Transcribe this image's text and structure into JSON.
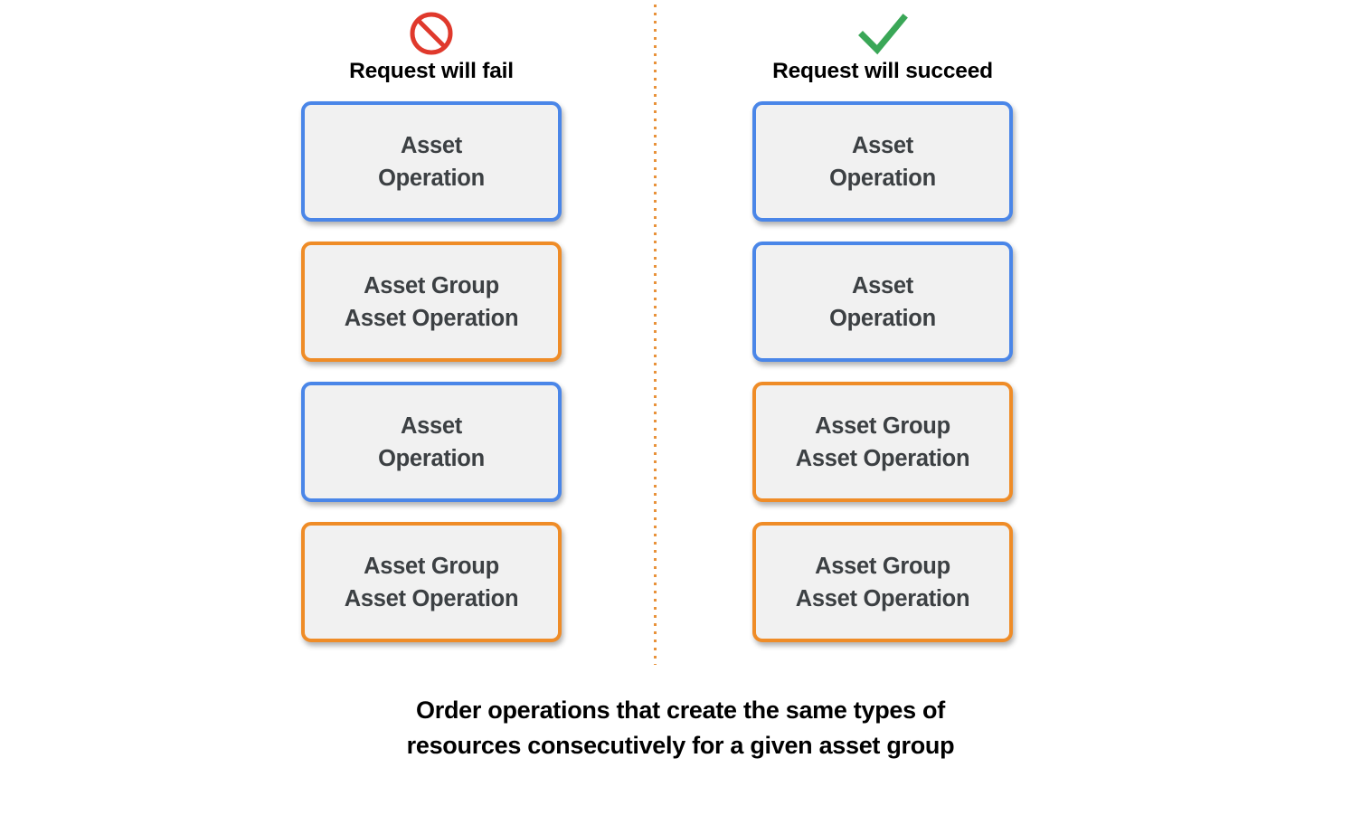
{
  "background": "#ffffff",
  "colors": {
    "blue_border": "#4a86e8",
    "orange_border": "#ef8c27",
    "box_fill": "#f1f1f1",
    "box_text": "#3c4043",
    "heading_text": "#000000",
    "fail_icon": "#e0392c",
    "succeed_icon": "#3aa757",
    "divider": "#e8923a"
  },
  "divider": {
    "name": "vertical-dotted-divider",
    "style": "dotted",
    "orientation": "vertical"
  },
  "columns": [
    {
      "id": "fail",
      "icon": "prohibition-icon",
      "heading": "Request will fail",
      "boxes": [
        {
          "type": "asset-operation",
          "accent": "blue",
          "line1": "Asset",
          "line2": "Operation"
        },
        {
          "type": "asset-group-operation",
          "accent": "orange",
          "line1": "Asset Group",
          "line2": "Asset Operation"
        },
        {
          "type": "asset-operation",
          "accent": "blue",
          "line1": "Asset",
          "line2": "Operation"
        },
        {
          "type": "asset-group-operation",
          "accent": "orange",
          "line1": "Asset Group",
          "line2": "Asset Operation"
        }
      ]
    },
    {
      "id": "succeed",
      "icon": "check-icon",
      "heading": "Request will succeed",
      "boxes": [
        {
          "type": "asset-operation",
          "accent": "blue",
          "line1": "Asset",
          "line2": "Operation"
        },
        {
          "type": "asset-operation",
          "accent": "blue",
          "line1": "Asset",
          "line2": "Operation"
        },
        {
          "type": "asset-group-operation",
          "accent": "orange",
          "line1": "Asset Group",
          "line2": "Asset Operation"
        },
        {
          "type": "asset-group-operation",
          "accent": "orange",
          "line1": "Asset Group",
          "line2": "Asset Operation"
        }
      ]
    }
  ],
  "caption": {
    "line1": "Order operations that create the same types of",
    "line2": "resources consecutively for a given asset group"
  }
}
